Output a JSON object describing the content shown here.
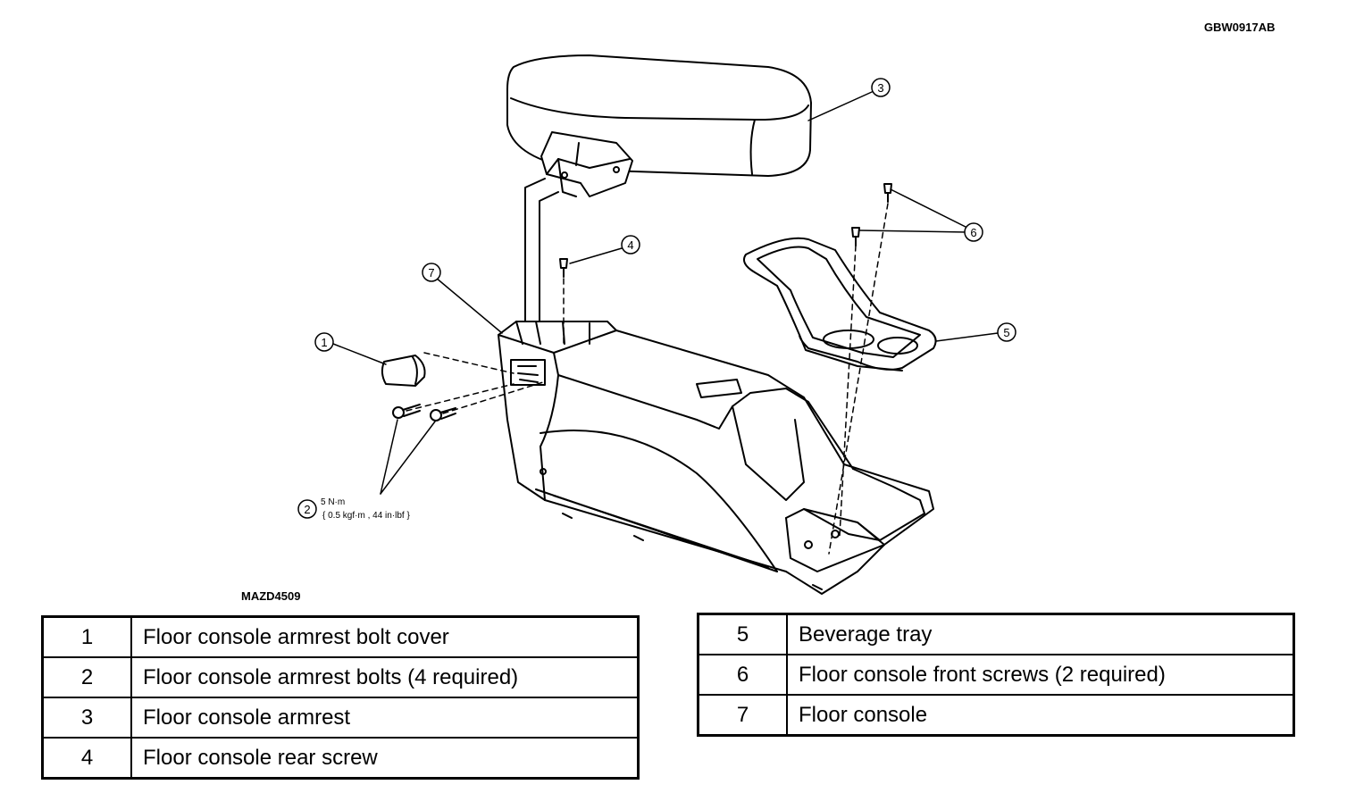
{
  "figure_code": "GBW0917AB",
  "image_code": "MAZD4509",
  "torque_spec": {
    "value": "5 N·m",
    "detail": "{ 0.5 kgf·m , 44 in·lbf }"
  },
  "callouts": [
    {
      "num": "1"
    },
    {
      "num": "2"
    },
    {
      "num": "3"
    },
    {
      "num": "4"
    },
    {
      "num": "5"
    },
    {
      "num": "6"
    },
    {
      "num": "7"
    }
  ],
  "legend_left": [
    {
      "num": "1",
      "label": "Floor console armrest bolt cover"
    },
    {
      "num": "2",
      "label": "Floor console armrest bolts (4 required)"
    },
    {
      "num": "3",
      "label": "Floor console armrest"
    },
    {
      "num": "4",
      "label": "Floor console rear screw"
    }
  ],
  "legend_right": [
    {
      "num": "5",
      "label": "Beverage tray"
    },
    {
      "num": "6",
      "label": "Floor console front screws (2 required)"
    },
    {
      "num": "7",
      "label": "Floor console"
    }
  ]
}
